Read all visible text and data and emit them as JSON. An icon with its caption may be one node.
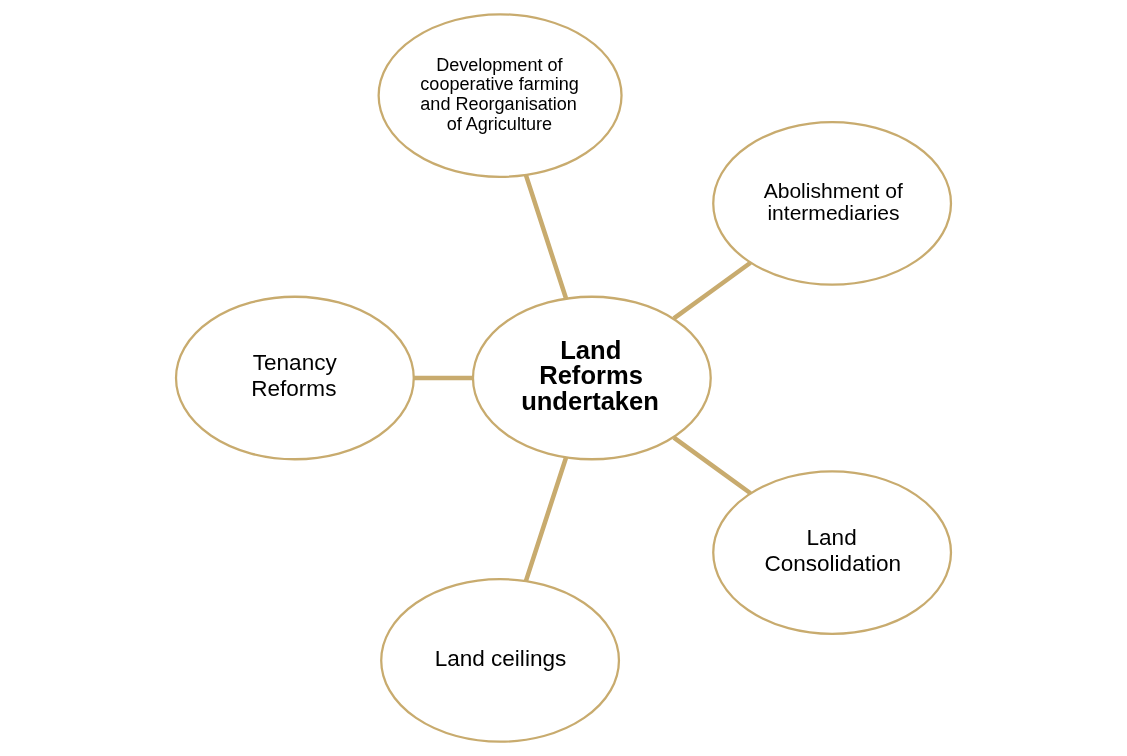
{
  "diagram": {
    "nodes": [
      {
        "text": [
          "Abolishment of intermediaries"
        ]
      },
      {
        "text": [
          "Development of cooperative farming and Reorganisation of Agriculture"
        ]
      },
      {
        "text": [
          "Tenancy Reforms"
        ]
      },
      {
        "text": [
          "Land Reforms undertaken"
        ]
      },
      {
        "text": [
          "Land ceilings"
        ]
      },
      {
        "text": [
          "Land Consolidation"
        ]
      }
    ],
    "edges": [
      {
        "from": 3,
        "to": 0,
        "arrow": "none"
      },
      {
        "from": 3,
        "to": 1,
        "arrow": "none"
      },
      {
        "from": 3,
        "to": 2,
        "arrow": "none"
      },
      {
        "from": 3,
        "to": 4,
        "arrow": "none"
      },
      {
        "from": 3,
        "to": 5,
        "arrow": "none"
      }
    ]
  }
}
